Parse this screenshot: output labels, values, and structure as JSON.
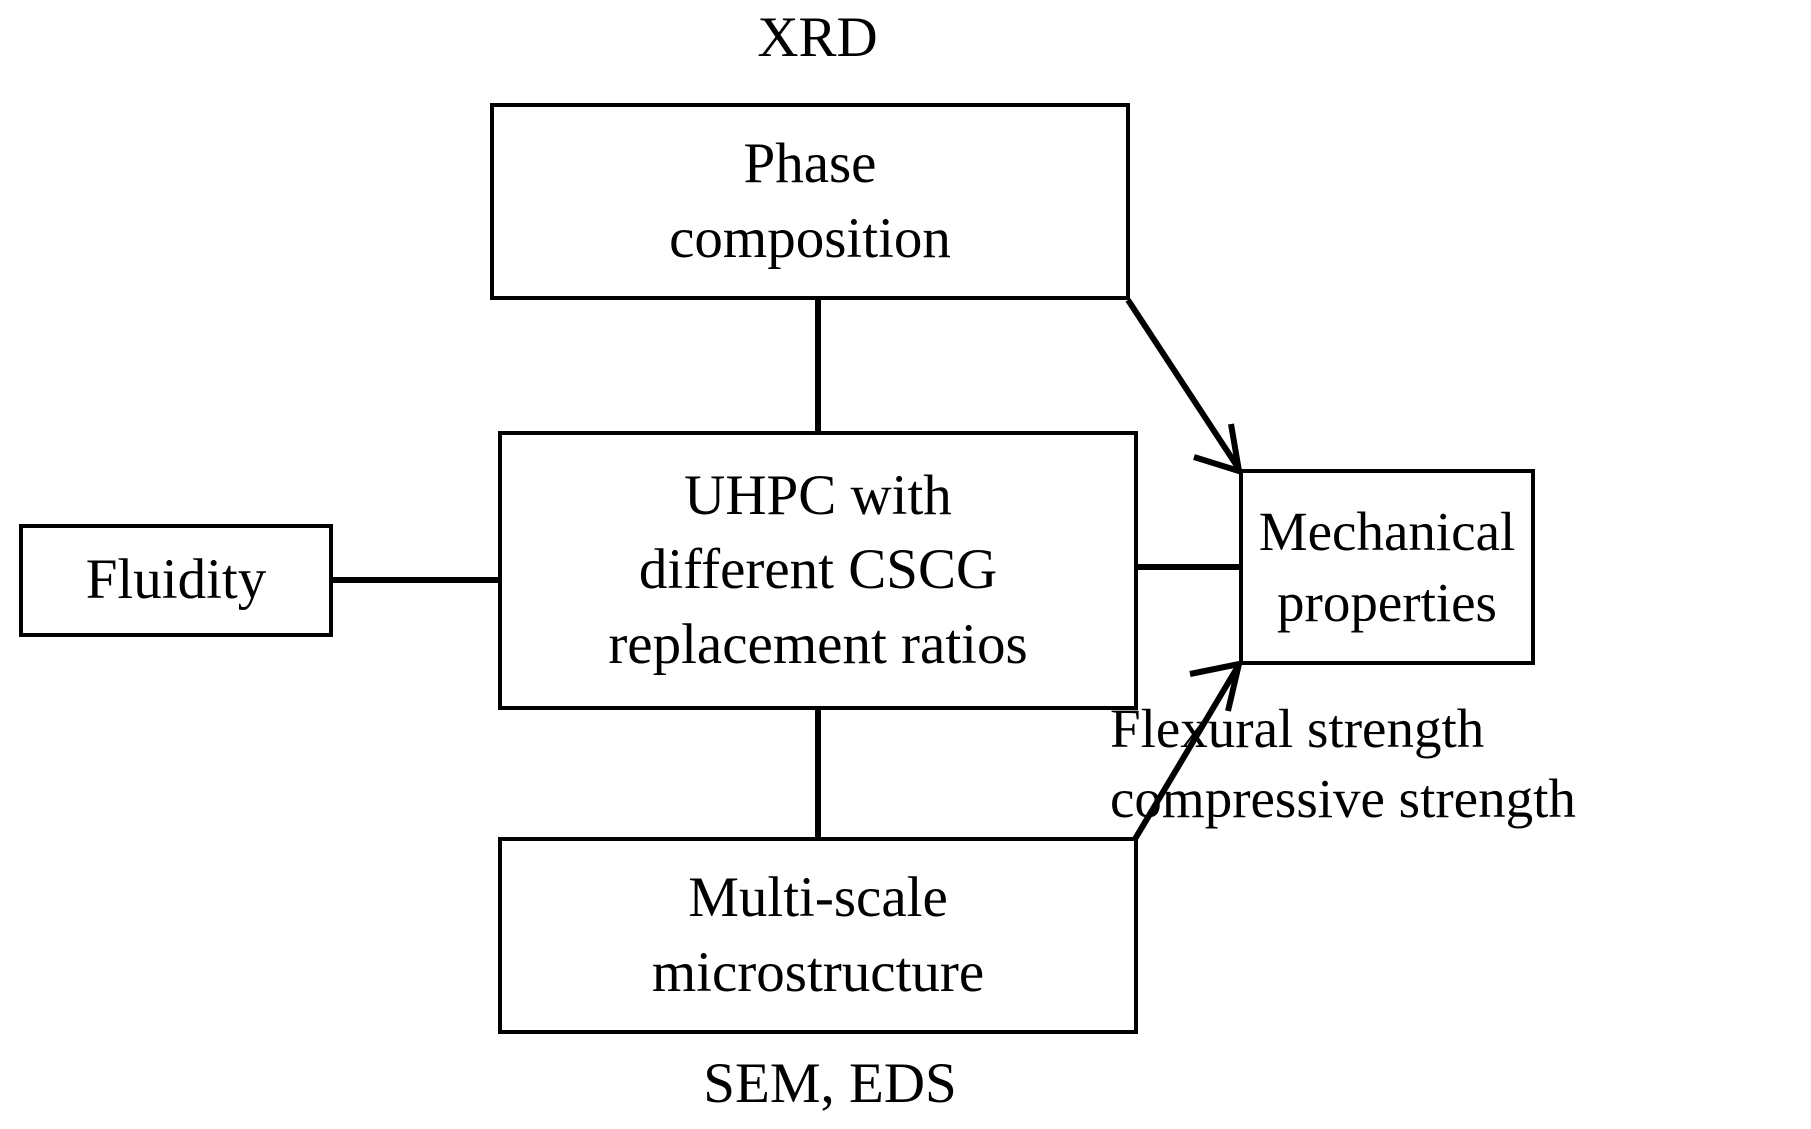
{
  "diagram": {
    "type": "flowchart",
    "title": "UHPC with different CSCG replacement ratios research framework",
    "background_color": "#ffffff",
    "line_color": "#000000",
    "nodes": [
      {
        "id": "phase-composition",
        "label": "Phase\ncomposition",
        "shape": "rectangle"
      },
      {
        "id": "uhpc",
        "label": "UHPC with\ndifferent CSCG\nreplacement ratios",
        "shape": "rectangle"
      },
      {
        "id": "fluidity",
        "label": "Fluidity",
        "shape": "rectangle"
      },
      {
        "id": "mechanical",
        "label": "Mechanical\nproperties",
        "shape": "rectangle"
      },
      {
        "id": "microstructure",
        "label": "Multi-scale\nmicrostructure",
        "shape": "rectangle"
      }
    ],
    "annotations": {
      "xrd": "XRD",
      "sem_eds": "SEM, EDS",
      "strength_notes": "Flexural strength\ncompressive strength"
    },
    "edges": [
      {
        "from": "phase-composition",
        "to": "uhpc",
        "style": "plain-line"
      },
      {
        "from": "fluidity",
        "to": "uhpc",
        "style": "plain-line"
      },
      {
        "from": "microstructure",
        "to": "uhpc",
        "style": "plain-line"
      },
      {
        "from": "uhpc",
        "to": "mechanical",
        "style": "plain-line"
      },
      {
        "from": "phase-composition",
        "to": "mechanical",
        "style": "arrow"
      },
      {
        "from": "microstructure",
        "to": "mechanical",
        "style": "arrow"
      }
    ]
  }
}
